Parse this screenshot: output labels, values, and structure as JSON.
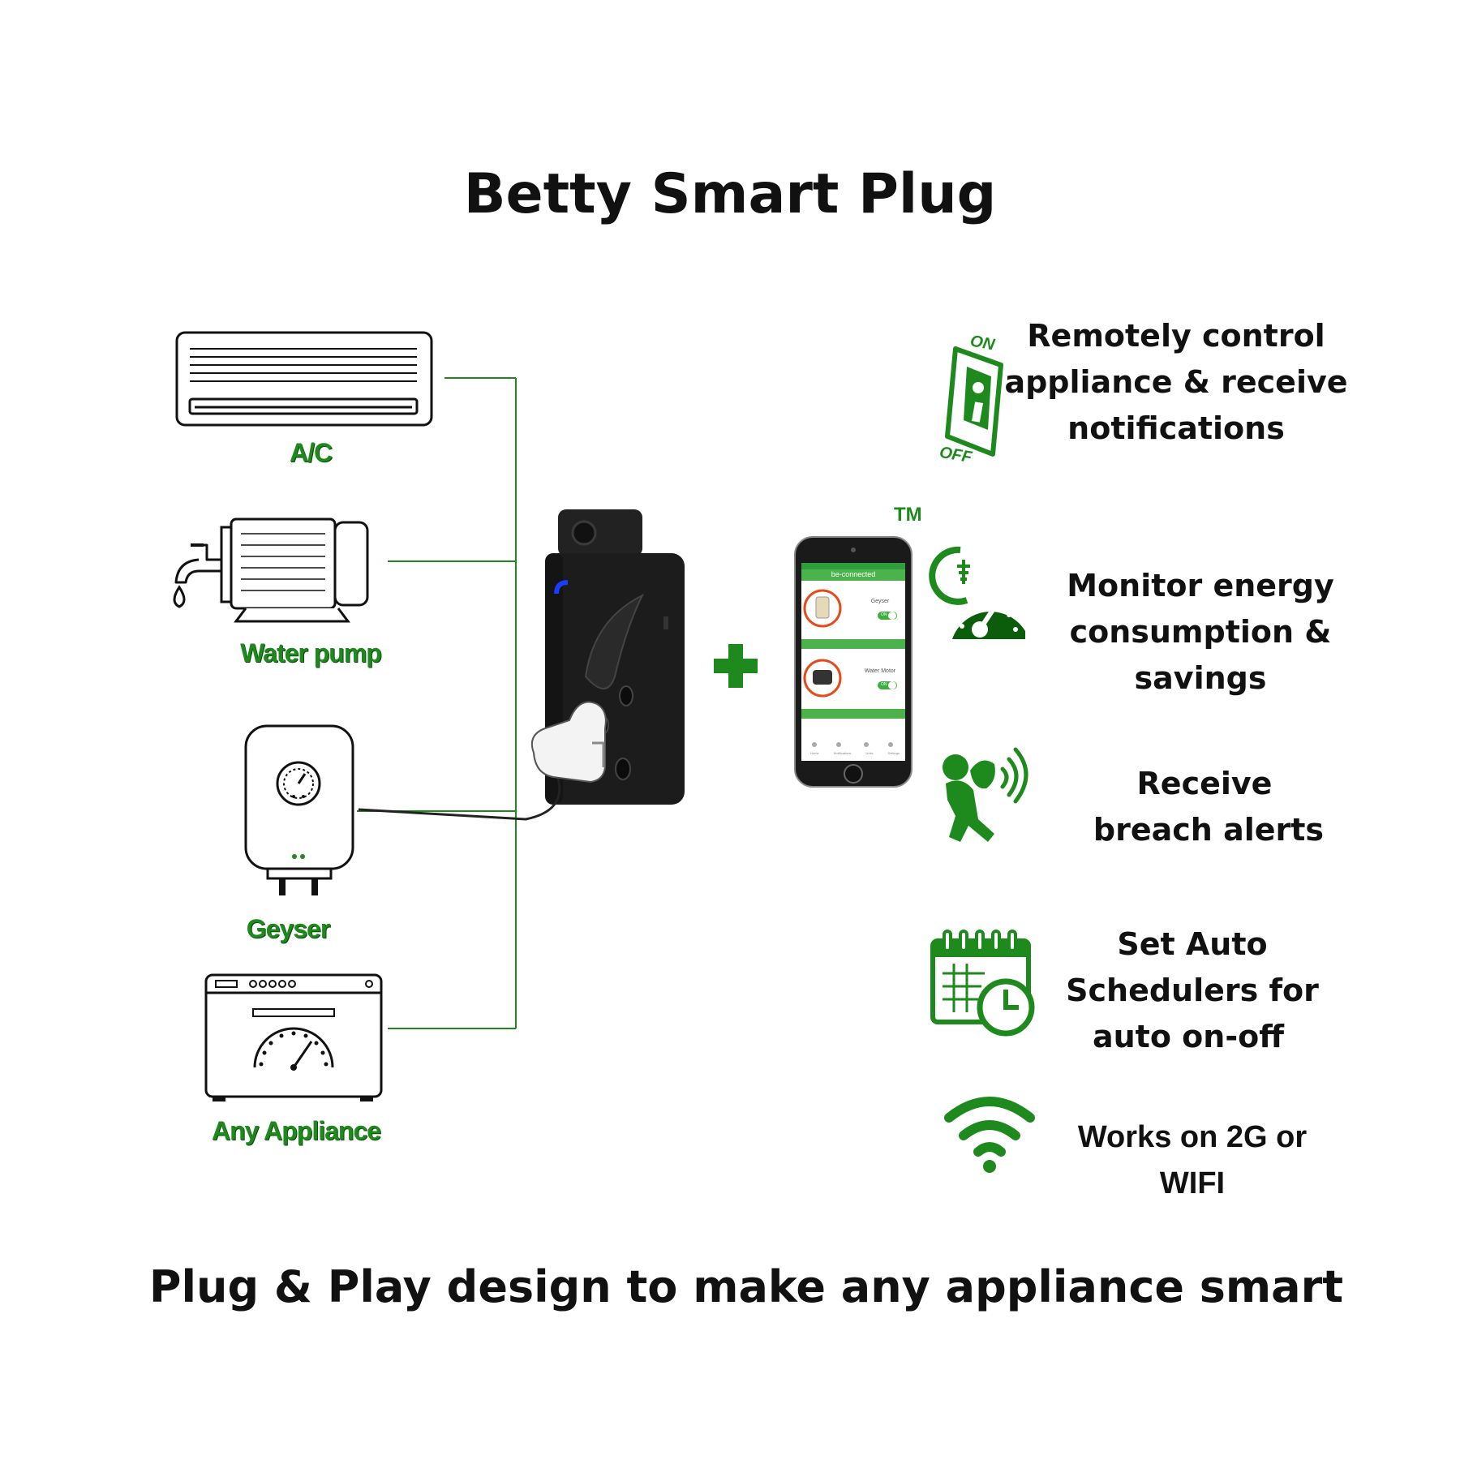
{
  "title": "Betty Smart Plug",
  "tagline": "Plug & Play design to make any appliance smart",
  "appliances": [
    {
      "label": "A/C",
      "icon": "air-conditioner-icon"
    },
    {
      "label": "Water pump",
      "icon": "water-pump-icon"
    },
    {
      "label": "Geyser",
      "icon": "geyser-icon"
    },
    {
      "label": "Any Appliance",
      "icon": "oven-icon"
    }
  ],
  "device": {
    "icon": "smart-plug-icon"
  },
  "plus_icon": "plus-icon",
  "phone": {
    "trademark": "TM",
    "app_name": "be-connected",
    "items": [
      "Geyser",
      "Water Motor"
    ],
    "toggle": "ON",
    "nav": [
      "Home",
      "Notifications",
      "Units",
      "Settings"
    ]
  },
  "features": [
    {
      "icon": "on-off-switch-icon",
      "lines": [
        "Remotely control",
        "appliance & receive",
        "notifications"
      ]
    },
    {
      "icon": "energy-meter-icon",
      "lines": [
        "Monitor energy",
        "consumption &",
        "savings"
      ]
    },
    {
      "icon": "thief-alert-icon",
      "lines": [
        "Receive",
        "breach alerts"
      ]
    },
    {
      "icon": "calendar-clock-icon",
      "lines": [
        "Set Auto",
        "Schedulers for",
        "auto on-off"
      ]
    },
    {
      "icon": "wifi-icon",
      "lines": [
        "Works on 2G or",
        "WIFI"
      ]
    }
  ],
  "switch_labels": {
    "on": "ON",
    "off": "OFF"
  },
  "colors": {
    "green": "#1e8a1e",
    "dark_green": "#0b5d0b",
    "black": "#111111"
  }
}
